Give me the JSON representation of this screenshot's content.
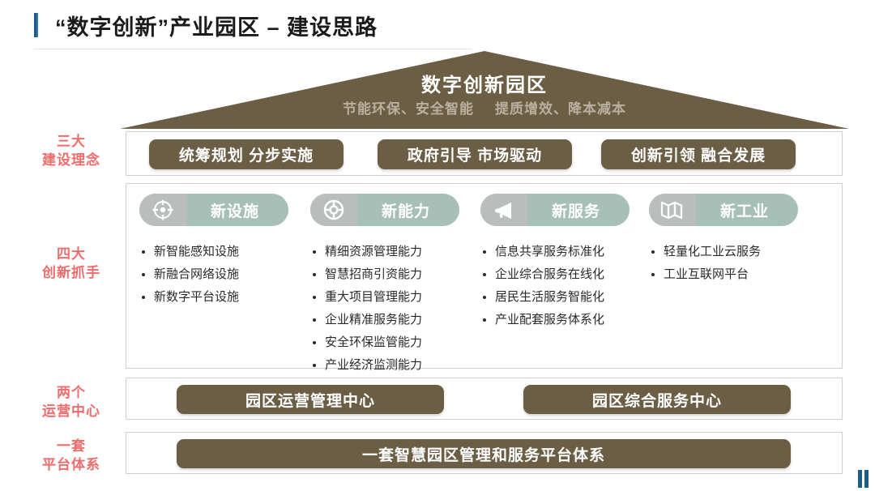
{
  "title": {
    "text": "“数字创新”产业园区 – 建设思路",
    "accent_color": "#1d5c8a"
  },
  "roof": {
    "heading": "数字创新园区",
    "subtitle_left": "节能环保、安全智能",
    "subtitle_right": "提质增效、降本减",
    "subtitle_overflow": "本",
    "color": "#6b5e45"
  },
  "rows": {
    "concepts_label": "三大\n建设理念",
    "concepts_label_line1": "三大",
    "concepts_label_line2": "建设理念",
    "handles_label_line1": "四大",
    "handles_label_line2": "创新抓手",
    "centers_label_line1": "两个",
    "centers_label_line2": "运营中心",
    "platform_label_line1": "一套",
    "platform_label_line2": "平台体系",
    "label_color": "#ef6c6c"
  },
  "concepts": [
    {
      "label": "统筹规划  分步实施"
    },
    {
      "label": "政府引导  市场驱动"
    },
    {
      "label": "创新引领  融合发展"
    }
  ],
  "handles": [
    {
      "title": "新设施",
      "icon": "crosshair-target-icon",
      "items": [
        "新智能感知设施",
        "新融合网络设施",
        "新数字平台设施"
      ]
    },
    {
      "title": "新能力",
      "icon": "lifebuoy-icon",
      "items": [
        "精细资源管理能力",
        "智慧招商引资能力",
        "重大项目管理能力",
        "企业精准服务能力",
        "安全环保监管能力",
        "产业经济监测能力"
      ]
    },
    {
      "title": "新服务",
      "icon": "megaphone-icon",
      "items": [
        "信息共享服务标准化",
        "企业综合服务在线化",
        "居民生活服务智能化",
        "产业配套服务体系化"
      ]
    },
    {
      "title": "新工业",
      "icon": "folded-map-icon",
      "items": [
        "轻量化工业云服务",
        "工业互联网平台"
      ]
    }
  ],
  "handle_colors": {
    "header_teal": "#a7c0b7",
    "header_grey": "#b9bebc"
  },
  "centers": [
    {
      "label": "园区运营管理中心"
    },
    {
      "label": "园区综合服务中心"
    }
  ],
  "platform": {
    "label": "一套智慧园区管理和服务平台体系"
  }
}
